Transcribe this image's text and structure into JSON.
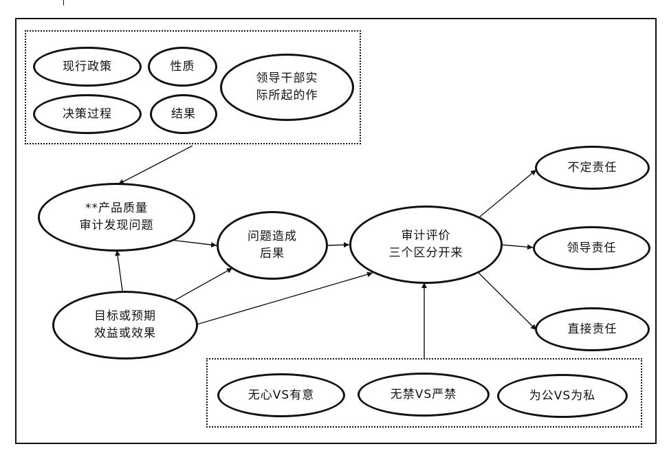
{
  "nodes": {
    "current_policy": "现行政策",
    "nature": "性质",
    "leader_role": "领导干部实\n际所起的作",
    "decision_process": "决策过程",
    "result": "结果",
    "product_quality": "**产品质量\n审计发现问题",
    "problem_consequence": "问题造成\n后果",
    "audit_evaluation": "审计评价\n三个区分开来",
    "target_benefit": "目标或预期\n效益或效果",
    "no_responsibility": "不定责任",
    "leadership_responsibility": "领导责任",
    "direct_responsibility": "直接责任",
    "unintentional_vs_intentional": "无心VS有意",
    "not_prohibited_vs_strictly_prohibited": "无禁VS严禁",
    "public_vs_private": "为公VS为私"
  }
}
